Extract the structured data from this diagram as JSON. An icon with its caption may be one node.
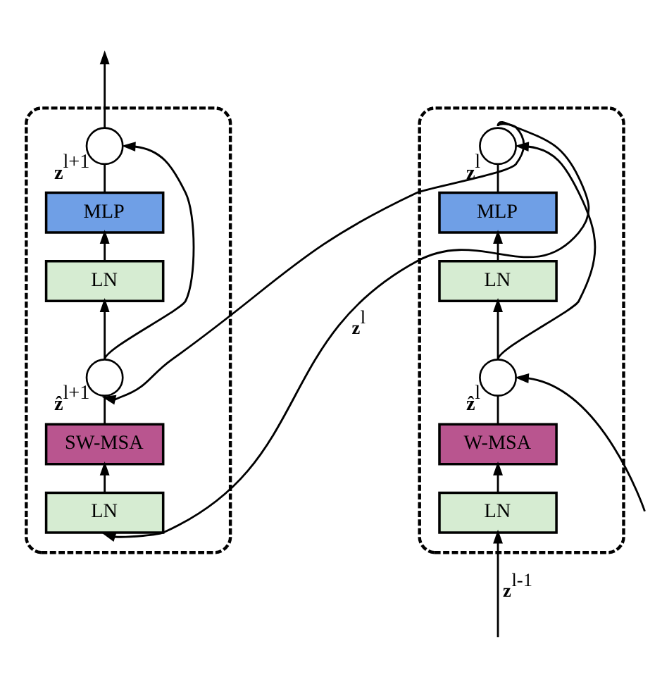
{
  "diagram": {
    "nodes": [
      {
        "text": [],
        "shape": "box"
      },
      {
        "text": [
          "LN"
        ],
        "in": 0
      },
      {
        "text": [
          "W-MSA"
        ],
        "in": 0
      },
      {
        "text": [],
        "shape": "circle",
        "in": 0,
        "beside": [
          "**ẑ**$^{l}$"
        ]
      },
      {
        "text": [
          "LN"
        ],
        "in": 0
      },
      {
        "text": [
          "MLP"
        ],
        "in": 0
      },
      {
        "text": [],
        "shape": "circle",
        "in": 0,
        "beside": [
          "**z**$^{l}$"
        ]
      },
      {
        "text": [],
        "shape": "box"
      },
      {
        "text": [
          "LN"
        ],
        "in": 7
      },
      {
        "text": [
          "SW-MSA"
        ],
        "in": 7
      },
      {
        "text": [],
        "shape": "circle",
        "in": 7,
        "beside": [
          "**ẑ**$^{l+1}$"
        ]
      },
      {
        "text": [
          "LN"
        ],
        "in": 7
      },
      {
        "text": [
          "MLP"
        ],
        "in": 7
      },
      {
        "text": [],
        "shape": "circle",
        "in": 7,
        "beside": [
          "**z**$^{l+1}$"
        ]
      }
    ],
    "edges": [
      {
        "from": null,
        "to": 1,
        "arrow": "to",
        "label": "**z**$^{l-1}$"
      },
      {
        "from": null,
        "to": 3,
        "arrow": "to"
      },
      {
        "from": 1,
        "to": 2,
        "arrow": "to"
      },
      {
        "from": 2,
        "to": 3,
        "arrow": "none"
      },
      {
        "from": 3,
        "to": 4,
        "arrow": "to"
      },
      {
        "from": 3,
        "to": 6,
        "arrow": "to"
      },
      {
        "from": 4,
        "to": 5,
        "arrow": "to"
      },
      {
        "from": 5,
        "to": 6,
        "arrow": "none"
      },
      {
        "from": 6,
        "to": 8,
        "arrow": "to",
        "label": "**z**$^{l}$"
      },
      {
        "from": 6,
        "to": 10,
        "arrow": "to"
      },
      {
        "from": 8,
        "to": 9,
        "arrow": "to"
      },
      {
        "from": 9,
        "to": 10,
        "arrow": "none"
      },
      {
        "from": 10,
        "to": 11,
        "arrow": "to"
      },
      {
        "from": 10,
        "to": 13,
        "arrow": "to"
      },
      {
        "from": 11,
        "to": 12,
        "arrow": "to"
      },
      {
        "from": 12,
        "to": 13,
        "arrow": "none"
      },
      {
        "from": 13,
        "to": null,
        "arrow": "to"
      }
    ]
  }
}
